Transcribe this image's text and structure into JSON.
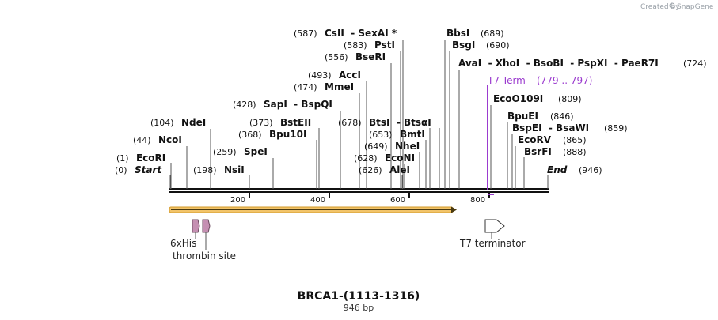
{
  "header": {
    "created_by": "Created by",
    "brand": "SnapGene"
  },
  "map": {
    "title": "BRCA1-(1113-1316)",
    "subtitle": "946 bp",
    "length_bp": 946,
    "ticks": [
      "200",
      "400",
      "600",
      "800"
    ]
  },
  "cut_sites": [
    {
      "pos": "(587)",
      "name": "CsII  - SexAI *"
    },
    {
      "pos": "(583)",
      "name": "PstI"
    },
    {
      "pos": "(556)",
      "name": "BseRI"
    },
    {
      "pos": "(493)",
      "name": "AccI"
    },
    {
      "pos": "(474)",
      "name": "MmeI"
    },
    {
      "pos": "(428)",
      "name": "SapI  - BspQI"
    },
    {
      "pos": "(104)",
      "name": "NdeI"
    },
    {
      "pos": "(373)",
      "name": "BstEII"
    },
    {
      "pos": "(368)",
      "name": "Bpu10I"
    },
    {
      "pos": "(44)",
      "name": "NcoI"
    },
    {
      "pos": "(259)",
      "name": "SpeI"
    },
    {
      "pos": "(1)",
      "name": "EcoRI"
    },
    {
      "pos": "(0)",
      "name": "Start"
    },
    {
      "pos": "(198)",
      "name": "NsiI"
    },
    {
      "pos": "(678)",
      "name": "BtsI  - BtsαI"
    },
    {
      "pos": "(653)",
      "name": "BmtI"
    },
    {
      "pos": "(649)",
      "name": "NheI"
    },
    {
      "pos": "(628)",
      "name": "EcoNI"
    },
    {
      "pos": "(626)",
      "name": "AleI"
    },
    {
      "pos": "(689)",
      "name": "BbsI"
    },
    {
      "pos": "(690)",
      "name": "BsgI"
    },
    {
      "pos": "(724)",
      "name": "AvaI  - XhoI  - BsoBI  - PspXI  - PaeR7I"
    },
    {
      "pos": "(779 .. 797)",
      "name": "T7 Term"
    },
    {
      "pos": "(809)",
      "name": "EcoO109I"
    },
    {
      "pos": "(846)",
      "name": "BpuEI"
    },
    {
      "pos": "(859)",
      "name": "BspEI  - BsaWI"
    },
    {
      "pos": "(865)",
      "name": "EcoRV"
    },
    {
      "pos": "(888)",
      "name": "BsrFI"
    },
    {
      "pos": "(946)",
      "name": "End"
    }
  ],
  "features": {
    "his": "6xHis",
    "thrombin": "thrombin site",
    "t7": "T7 terminator"
  },
  "colors": {
    "orf": "#f2c46a",
    "term": "#9b3bcf",
    "tag": "#c58fb2"
  }
}
